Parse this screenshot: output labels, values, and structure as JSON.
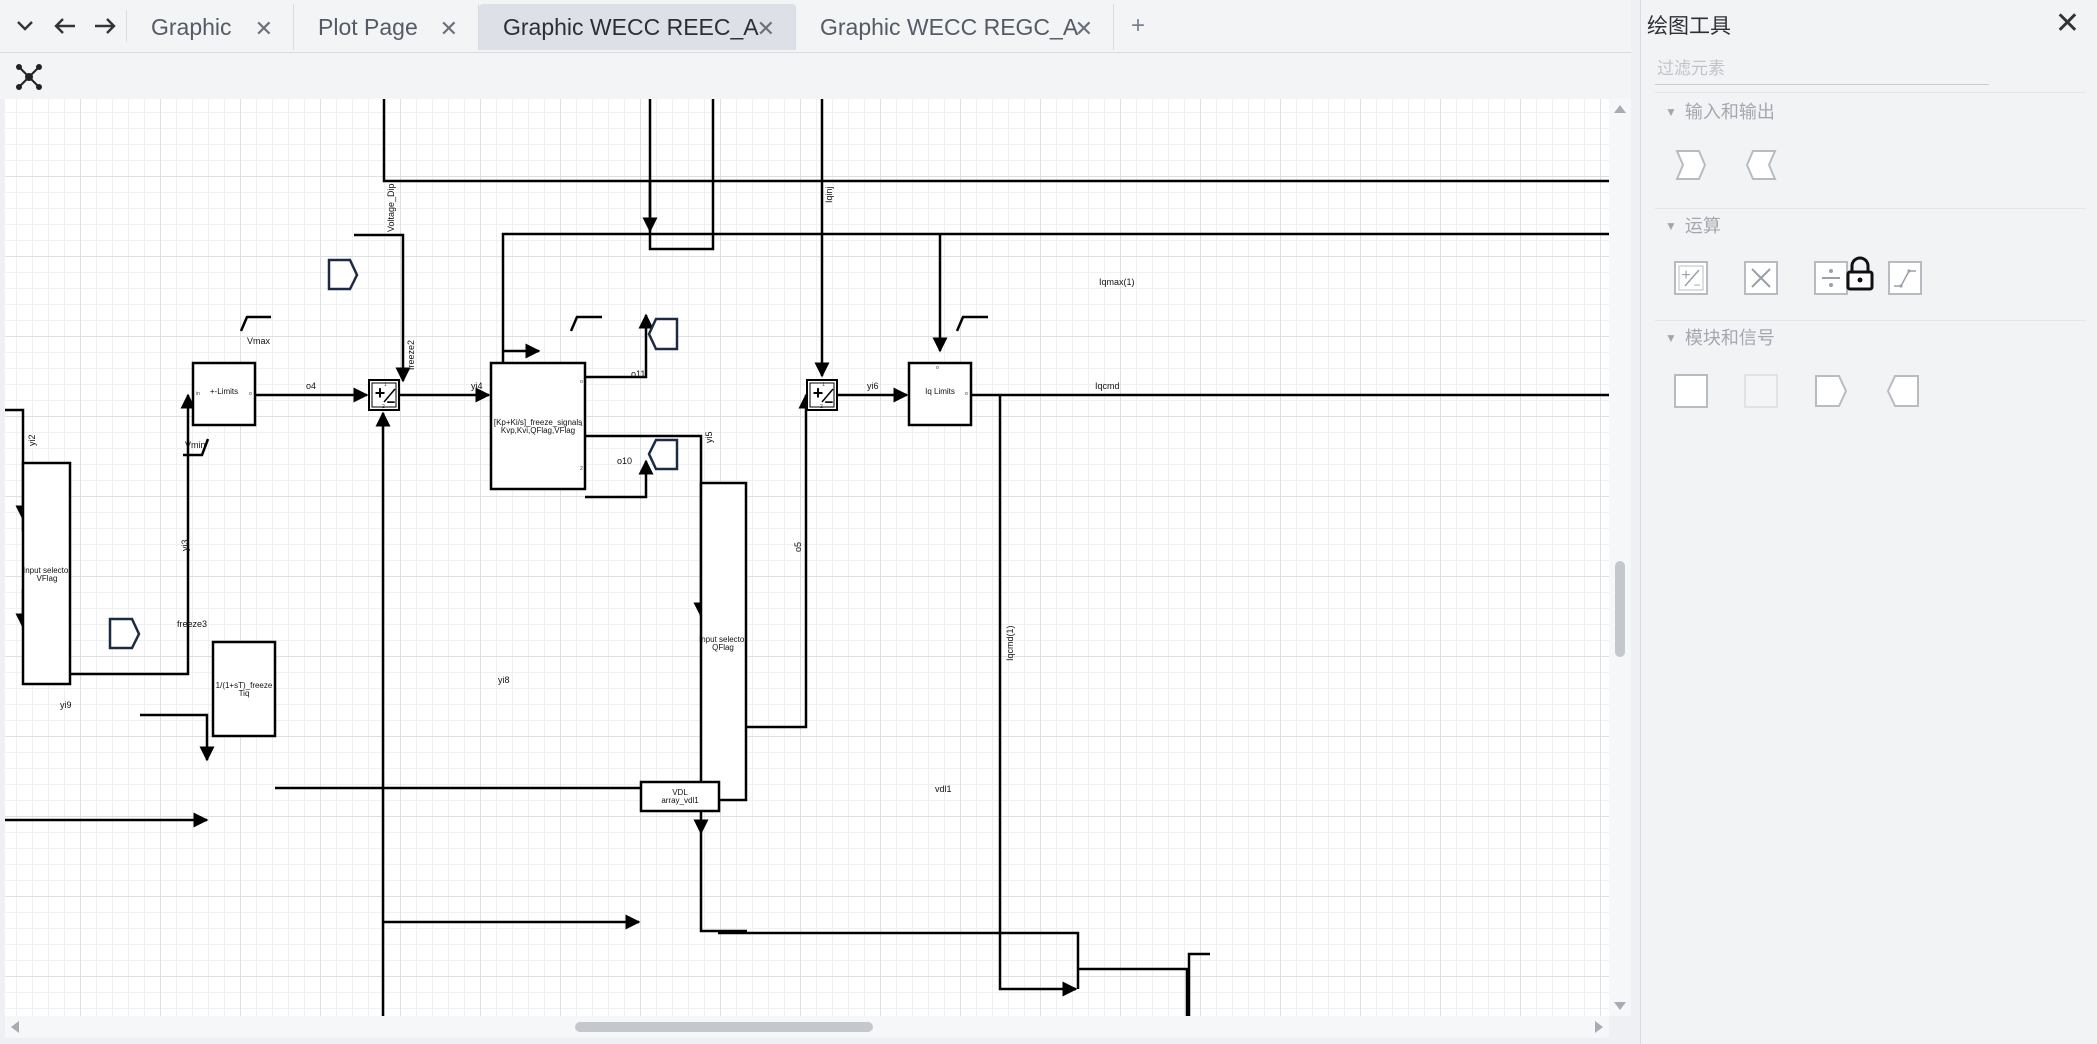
{
  "tabs": [
    {
      "label": "Graphic",
      "active": false
    },
    {
      "label": "Plot Page",
      "active": false
    },
    {
      "label": "Graphic WECC REEC_A",
      "active": true
    },
    {
      "label": "Graphic WECC REGC_A",
      "active": false
    }
  ],
  "tab_close_glyph": "✕",
  "add_tab_glyph": "+",
  "panel": {
    "title": "绘图工具",
    "close_glyph": "✕",
    "filter_placeholder": "过滤元素",
    "sections": [
      "输入和输出",
      "运算",
      "模块和信号"
    ]
  },
  "diagram": {
    "blocks": {
      "limits": "+-Limits",
      "pi_line1": "[Kp+Ki/s]_freeze_signals",
      "pi_line2": "Kvp,Kvi,QFlag,VFlag",
      "iq_limits": "Iq Limits",
      "sel_vflag_1": "Input selector",
      "sel_vflag_2": "VFlag",
      "lag_1": "1/(1+sT)_freeze",
      "lag_2": "Tiq",
      "sel_qflag_1": "Input selector",
      "sel_qflag_2": "QFlag",
      "vdl_1": "VDL",
      "vdl_2": "array_vdl1"
    },
    "signals": {
      "voltage_dip": "Voltage_Dip",
      "iqinj": "Iqinj",
      "freeze2": "freeze2",
      "iqmax": "Iqmax(1)",
      "vmax": "Vmax",
      "vmin": "Vmin",
      "o4": "o4",
      "yi4": "yi4",
      "o11": "o11",
      "yi6": "yi6",
      "iqcmd": "Iqcmd",
      "yi2": "yi2",
      "yi5": "yi5",
      "o10": "o10",
      "yi3": "yi3",
      "o5": "o5",
      "freeze3": "freeze3",
      "iqcmd1": "Iqcmd(1)",
      "yi8": "yi8",
      "yi9": "yi9",
      "vdl1": "vdl1"
    },
    "port_labels": {
      "in": "in",
      "out": "o",
      "one": "1",
      "two": "2"
    }
  }
}
